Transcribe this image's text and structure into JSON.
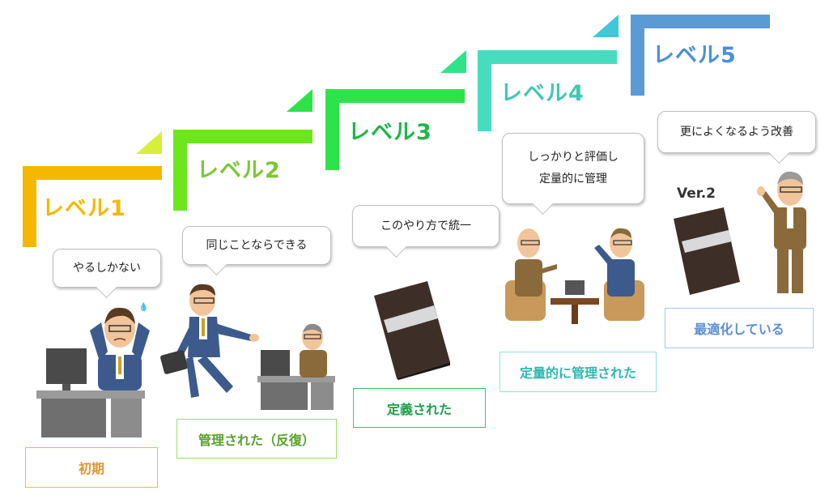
{
  "levels": [
    {
      "label": "レベル1",
      "color": "#f5b800",
      "tri_color": "#f5b800"
    },
    {
      "label": "レベル2",
      "color": "#6ee61e",
      "tri_color": "#d6f03a"
    },
    {
      "label": "レベル3",
      "color": "#2ee34a",
      "tri_color": "#2ee34a"
    },
    {
      "label": "レベル4",
      "color": "#47dcc0",
      "tri_color": "#2ee38a"
    },
    {
      "label": "レベル5",
      "color": "#5b9bd5",
      "tri_color": "#40c8d8"
    }
  ],
  "level_text_colors": [
    "#f5b800",
    "#7cc830",
    "#1fb54a",
    "#40c9b0",
    "#4a90d9"
  ],
  "bubbles": [
    {
      "text": "やるしかない"
    },
    {
      "text": "同じことならできる"
    },
    {
      "text": "このやり方で統一"
    },
    {
      "line1": "しっかりと評価し",
      "line2": "定量的に管理"
    },
    {
      "text": "更によくなるよう改善"
    }
  ],
  "stages": [
    {
      "label": "初期",
      "border": "#f5c400",
      "text_color": "#e0962a"
    },
    {
      "label": "管理された（反復）",
      "border": "#9be064",
      "text_color": "#5aa02c"
    },
    {
      "label": "定義された",
      "border": "#3bc46a",
      "text_color": "#1f9e4b"
    },
    {
      "label": "定量的に管理された",
      "border": "#8fe3d6",
      "text_color": "#2fb8b0"
    },
    {
      "label": "最適化している",
      "border": "#a9c7ea",
      "text_color": "#5b8fd0"
    }
  ],
  "version_label": "Ver.2",
  "colors": {
    "book": "#3d2f27",
    "book_band": "#d9d9d9",
    "suit_blue": "#3c5a8c",
    "suit_brown": "#8a6a3a",
    "desk": "#8c8c8c",
    "monitor": "#4a4a4a"
  }
}
